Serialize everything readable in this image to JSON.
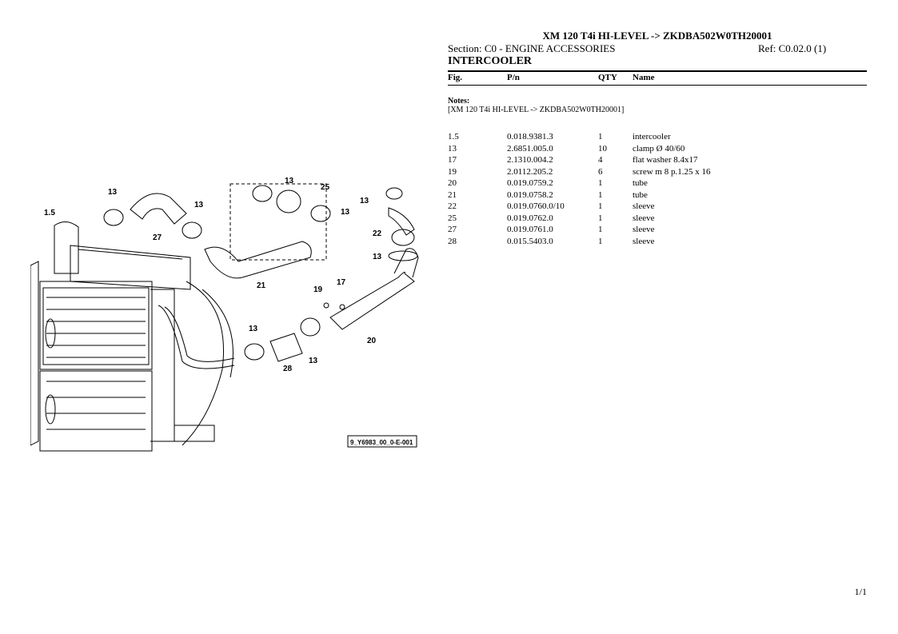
{
  "header": {
    "title": "XM 120 T4i HI-LEVEL -> ZKDBA502W0TH20001",
    "section": "Section: C0 - ENGINE ACCESSORIES",
    "ref": "Ref: C0.02.0 (1)",
    "part_name": "INTERCOOLER"
  },
  "columns": {
    "fig": "Fig.",
    "pn": "P/n",
    "qty": "QTY",
    "name": "Name"
  },
  "notes": {
    "label": "Notes:",
    "text": "[XM 120 T4i HI-LEVEL -> ZKDBA502W0TH20001]"
  },
  "parts": [
    {
      "fig": "1.5",
      "pn": "0.018.9381.3",
      "qty": "1",
      "name": "intercooler"
    },
    {
      "fig": "13",
      "pn": "2.6851.005.0",
      "qty": "10",
      "name": "clamp Ø 40/60"
    },
    {
      "fig": "17",
      "pn": "2.1310.004.2",
      "qty": "4",
      "name": "flat washer 8.4x17"
    },
    {
      "fig": "19",
      "pn": "2.0112.205.2",
      "qty": "6",
      "name": "screw m 8 p.1.25 x 16"
    },
    {
      "fig": "20",
      "pn": "0.019.0759.2",
      "qty": "1",
      "name": "tube"
    },
    {
      "fig": "21",
      "pn": "0.019.0758.2",
      "qty": "1",
      "name": "tube"
    },
    {
      "fig": "22",
      "pn": "0.019.0760.0/10",
      "qty": "1",
      "name": "sleeve"
    },
    {
      "fig": "25",
      "pn": "0.019.0762.0",
      "qty": "1",
      "name": "sleeve"
    },
    {
      "fig": "27",
      "pn": "0.019.0761.0",
      "qty": "1",
      "name": "sleeve"
    },
    {
      "fig": "28",
      "pn": "0.015.5403.0",
      "qty": "1",
      "name": "sleeve"
    }
  ],
  "diagram": {
    "code": "9_Y6983_00_0-E-001",
    "labels": [
      "13",
      "25",
      "13",
      "1.5",
      "13",
      "27",
      "13",
      "13",
      "22",
      "13",
      "21",
      "19",
      "17",
      "13",
      "20",
      "28",
      "13"
    ]
  },
  "footer": {
    "page": "1/1"
  }
}
